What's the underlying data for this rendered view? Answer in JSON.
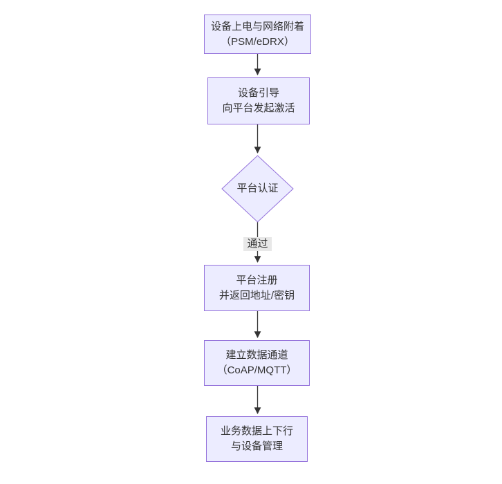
{
  "diagram": {
    "type": "flowchart-top-down",
    "colors": {
      "background": "#ffffff",
      "node_fill": "#ECECFF",
      "node_border": "#9370DB",
      "edge_line": "#333333",
      "text": "#333333",
      "edge_label_bg": "#e8e8e8"
    },
    "nodes": [
      {
        "id": "power-attach",
        "shape": "rect",
        "line1": "设备上电与网络附着",
        "line2": "（PSM/eDRX）"
      },
      {
        "id": "bootstrap",
        "shape": "rect",
        "line1": "设备引导",
        "line2": "向平台发起激活"
      },
      {
        "id": "platform-auth",
        "shape": "diamond",
        "label": "平台认证"
      },
      {
        "id": "platform-register",
        "shape": "rect",
        "line1": "平台注册",
        "line2": "并返回地址/密钥"
      },
      {
        "id": "data-channel",
        "shape": "rect",
        "line1": "建立数据通道",
        "line2": "（CoAP/MQTT）"
      },
      {
        "id": "business-data",
        "shape": "rect",
        "line1": "业务数据上下行",
        "line2": "与设备管理"
      }
    ],
    "edges": [
      {
        "from": "power-attach",
        "to": "bootstrap",
        "label": ""
      },
      {
        "from": "bootstrap",
        "to": "platform-auth",
        "label": ""
      },
      {
        "from": "platform-auth",
        "to": "platform-register",
        "label": "通过"
      },
      {
        "from": "platform-register",
        "to": "data-channel",
        "label": ""
      },
      {
        "from": "data-channel",
        "to": "business-data",
        "label": ""
      }
    ]
  }
}
